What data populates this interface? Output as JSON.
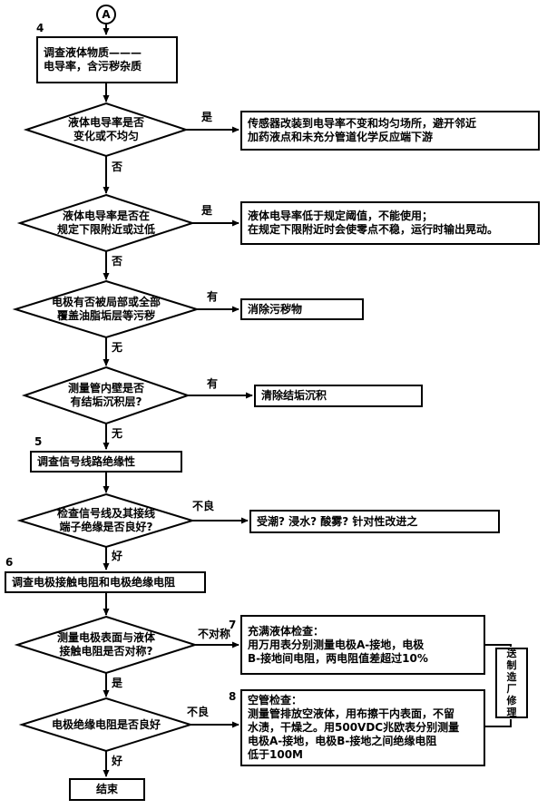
{
  "page": {
    "background": "#ffffff",
    "line_color": "#000000"
  },
  "nodes": {
    "start": "A",
    "p4": "调查液体物质———\n电导率，含污秽杂质",
    "d1": "液体电导率是否\n变化或不均匀",
    "r1": "传感器改装到电导率不变和均匀场所，避开邻近\n加药液点和未充分管道化学反应端下游",
    "d2": "液体电导率是否在\n规定下限附近或过低",
    "r2": "液体电导率低于规定阈值，不能使用；\n在规定下限附近时会使零点不稳，运行时输出晃动。",
    "d3": "电极有否被局部或全部\n覆盖油脂垢层等污秽",
    "r3": "消除污秽物",
    "d4": "测量管内壁是否\n有结垢沉积层?",
    "r4": "清除结垢沉积",
    "p5": "调查信号线路绝缘性",
    "d5": "检查信号线及其接线\n端子绝缘是否良好?",
    "r5": "受潮? 浸水? 酸雾? 针对性改进之",
    "p6": "调查电极接触电阻和电极绝缘电阻",
    "d6": "测量电极表面与液体\n接触电阻是否对称?",
    "r7": "充满液体检查：\n用万用表分别测量电极A-接地，电极\nB-接地间电阻，两电阻值差超过10%",
    "d7": "电极绝缘电阻是否良好",
    "r8": "空管检查：\n测量管排放空液体，用布擦干内表面，不留\n水渍，干燥之。用500VDC兆欧表分别测量\n电极A-接地，电极B-接地之间绝缘电阻\n低于100M",
    "end": "结束",
    "repair": "送\n制\n造\n厂\n修\n理"
  },
  "step_numbers": {
    "n4": "4",
    "n5": "5",
    "n6": "6",
    "n7": "7",
    "n8": "8"
  },
  "edge_labels": {
    "d1_yes": "是",
    "d1_no": "否",
    "d2_yes": "是",
    "d2_no": "否",
    "d3_yes": "有",
    "d3_no": "无",
    "d4_yes": "有",
    "d4_no": "无",
    "d5_bad": "不良",
    "d5_good": "好",
    "d6_bad": "不对称",
    "d6_yes": "是",
    "d7_bad": "不良",
    "d7_good": "好"
  }
}
